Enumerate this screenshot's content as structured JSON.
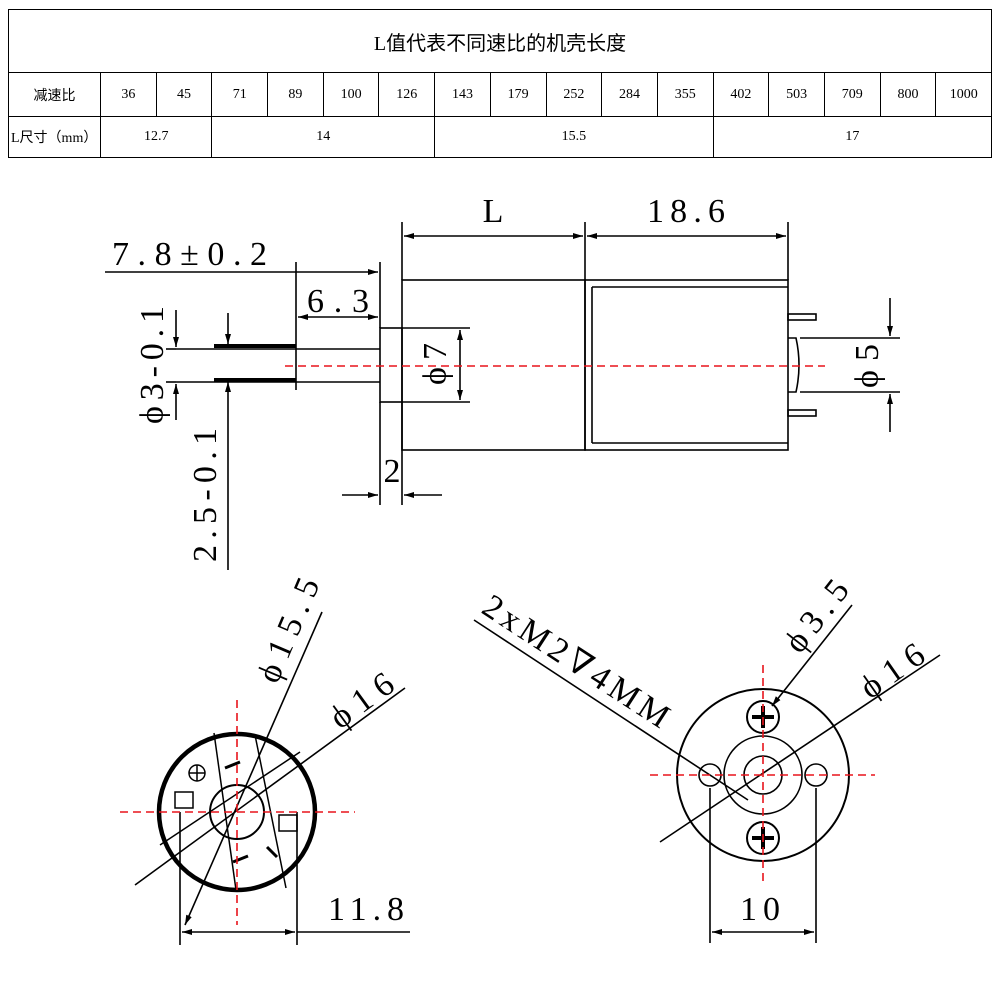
{
  "table": {
    "title": "L值代表不同速比的机壳长度",
    "ratio_label": "减速比",
    "ratios": [
      "36",
      "45",
      "71",
      "89",
      "100",
      "126",
      "143",
      "179",
      "252",
      "284",
      "355",
      "402",
      "503",
      "709",
      "800",
      "1000"
    ],
    "length_label": "L尺寸（mm）",
    "lengths": [
      {
        "value": "12.7",
        "span": 2
      },
      {
        "value": "14",
        "span": 4
      },
      {
        "value": "15.5",
        "span": 5
      },
      {
        "value": "17",
        "span": 5
      }
    ]
  },
  "dimensions": {
    "L": "L",
    "body_rear": "18.6",
    "shaft_total": "7.8±0.2",
    "shaft_flat": "6.3",
    "shaft_dia": "ϕ3-0.1",
    "flat_depth": "2.5-0.1",
    "boss_dia": "ϕ7",
    "boss_len": "2",
    "rear_dia": "ϕ5",
    "gear_dia": "ϕ15.5",
    "body_dia_left": "ϕ16",
    "offset": "11.8",
    "holes": "2xM2∇4MM",
    "screw_dia": "ϕ3.5",
    "body_dia_right": "ϕ16",
    "hole_spacing": "10"
  },
  "colors": {
    "line": "#000000",
    "centerline": "#e8141c"
  }
}
